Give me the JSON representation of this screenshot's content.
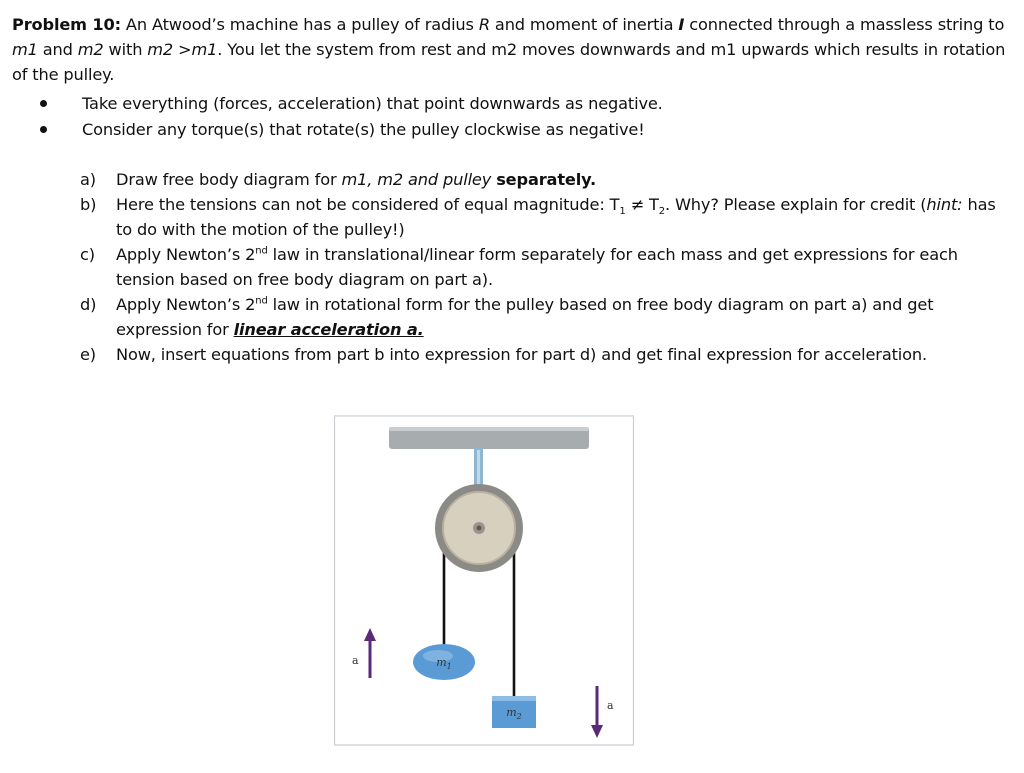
{
  "problem": {
    "heading": "Problem 10:",
    "intro_1": " An Atwood’s machine has a pulley of radius ",
    "R": "R",
    "intro_2": " and moment of inertia ",
    "I": "I",
    "intro_3": " connected through a massless string to ",
    "m1": "m1",
    "intro_4": " and ",
    "m2": "m2",
    "intro_5": " with ",
    "m2gtm1": "m2 >m1",
    "intro_6": ". You let the system from rest and m2 moves downwards and m1 upwards which results in rotation of the pulley."
  },
  "bullets": [
    "Take everything (forces, acceleration) that point downwards as negative.",
    "Consider any torque(s) that rotate(s) the pulley clockwise as negative!"
  ],
  "parts": {
    "a": {
      "label": "a)",
      "t1": "Draw free body diagram for ",
      "t2": "m1, m2 and pulley",
      "t3": " ",
      "t4": "separately."
    },
    "b": {
      "label": "b)",
      "t1": "Here the tensions can not be considered of equal magnitude: T",
      "s1": "1",
      "t2": " ≠ T",
      "s2": "2",
      "t3": ". Why? Please explain for credit (",
      "t4": "hint:",
      "t5": " has to do with the motion of the pulley!)"
    },
    "c": {
      "label": "c)",
      "t1": "Apply Newton’s 2",
      "sup": "nd",
      "t2": " law in translational/linear form separately for each mass and get expressions for each tension based on free body diagram on part a)."
    },
    "d": {
      "label": "d)",
      "t1": "Apply Newton’s 2",
      "sup": "nd",
      "t2": " law in rotational form for the pulley based on free body diagram on part a) and get expression for ",
      "t3": "linear acceleration a."
    },
    "e": {
      "label": "e)",
      "t1": "Now, insert equations from part b into expression for part d) and get final expression for acceleration."
    }
  },
  "figure": {
    "m1_label": "m",
    "m1_sub": "1",
    "m2_label": "m",
    "m2_sub": "2",
    "left_arrow_label": "a",
    "right_arrow_label": "a",
    "colors": {
      "ceiling": "#a7acaf",
      "rod": "#8fb6d3",
      "pulley_outer": "#8c8a86",
      "pulley_inner": "#d7d0bf",
      "m1_fill": "#5b9bd5",
      "m2_fill": "#5b9bd5",
      "arrow": "#5a2a78"
    }
  }
}
